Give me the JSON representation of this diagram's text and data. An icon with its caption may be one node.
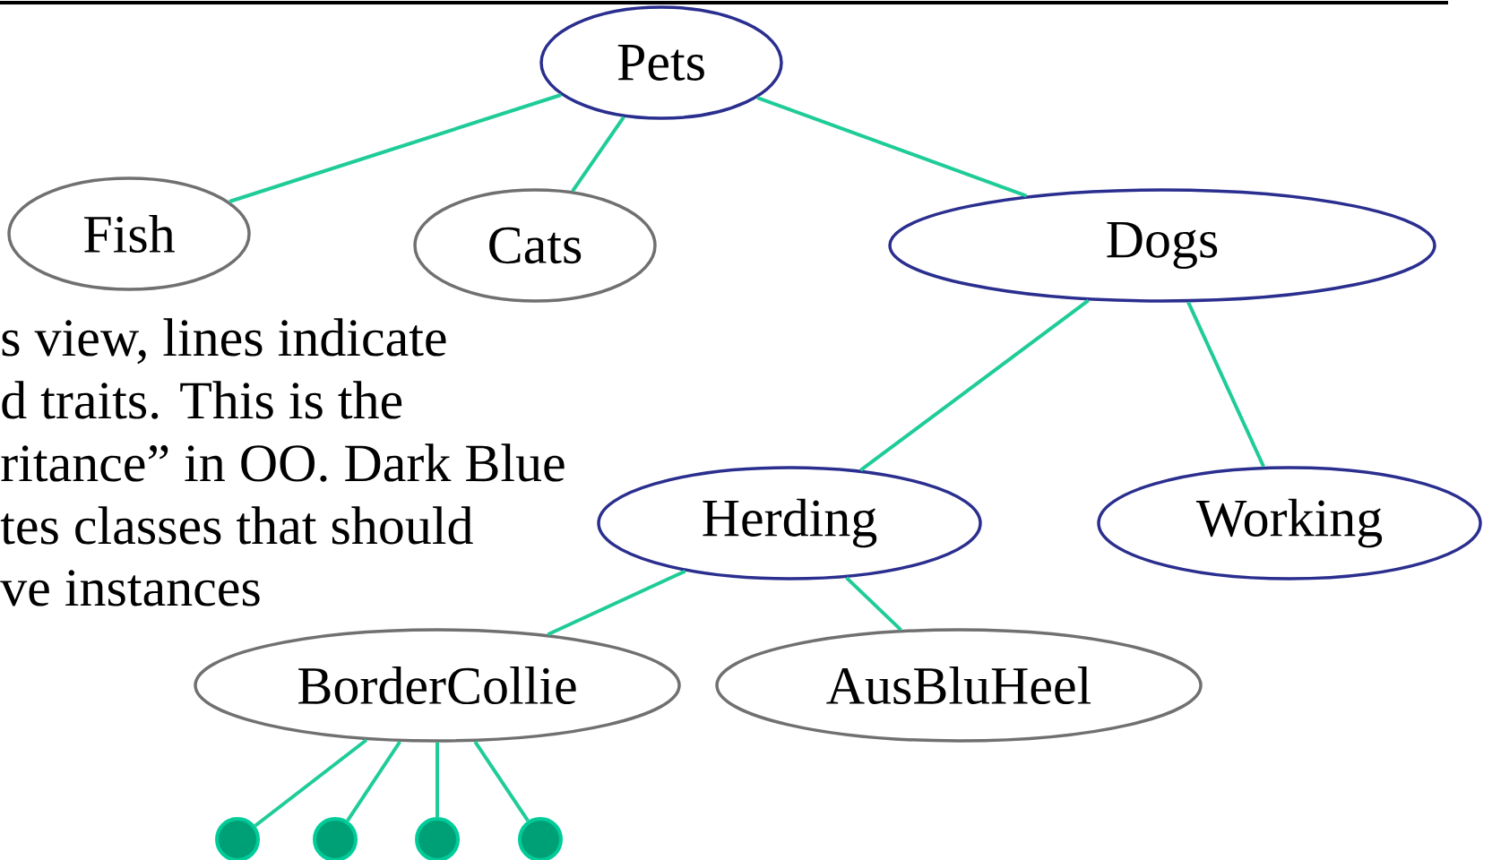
{
  "diagram": {
    "nodes": [
      {
        "text": [
          "Pets"
        ]
      },
      {
        "text": [
          "Fish"
        ]
      },
      {
        "text": [
          "Cats"
        ]
      },
      {
        "text": [
          "Dogs"
        ]
      },
      {
        "text": [
          "Herding"
        ]
      },
      {
        "text": [
          "Working"
        ]
      },
      {
        "text": [
          "BorderCollie"
        ]
      },
      {
        "text": [
          "AusBluHeel"
        ]
      },
      {
        "text": [],
        "shape": "circle"
      },
      {
        "text": [],
        "shape": "circle"
      },
      {
        "text": [],
        "shape": "circle"
      },
      {
        "text": [],
        "shape": "circle"
      }
    ],
    "edges": [
      {
        "from": 0,
        "to": 1,
        "arrow": "none"
      },
      {
        "from": 0,
        "to": 2,
        "arrow": "none"
      },
      {
        "from": 0,
        "to": 3,
        "arrow": "none"
      },
      {
        "from": 3,
        "to": 4,
        "arrow": "none"
      },
      {
        "from": 3,
        "to": 5,
        "arrow": "none"
      },
      {
        "from": 4,
        "to": 6,
        "arrow": "none"
      },
      {
        "from": 4,
        "to": 7,
        "arrow": "none"
      },
      {
        "from": 6,
        "to": 8,
        "arrow": "none"
      },
      {
        "from": 6,
        "to": 9,
        "arrow": "none"
      },
      {
        "from": 6,
        "to": 10,
        "arrow": "none"
      },
      {
        "from": 6,
        "to": 11,
        "arrow": "none"
      }
    ],
    "labels": [
      "s view, lines indicate",
      "d traits.  This is the",
      "ritance” in OO. Dark Blue",
      "tes classes that should",
      "ve instances"
    ]
  }
}
